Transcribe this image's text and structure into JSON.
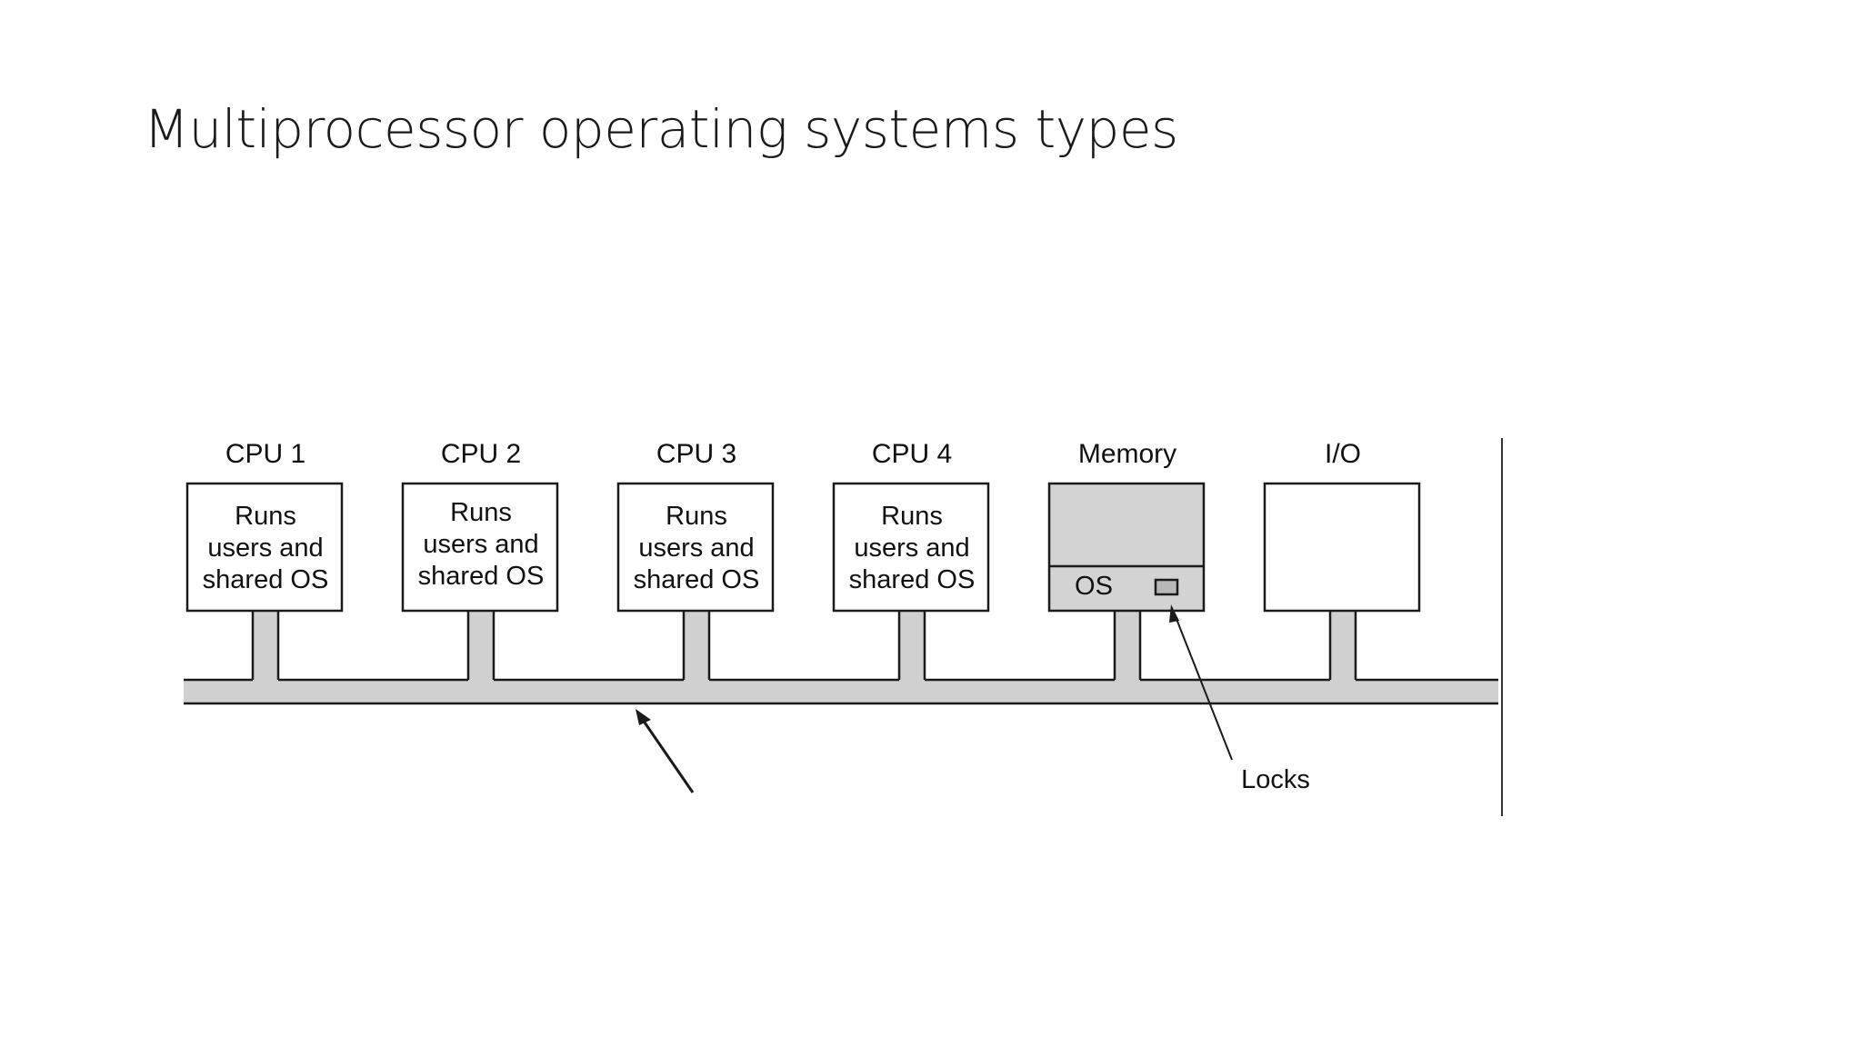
{
  "slide": {
    "title": "Multiprocessor operating systems types"
  },
  "diagram": {
    "units": [
      {
        "label": "CPU 1",
        "lines": [
          "Runs",
          "users and",
          "shared OS"
        ]
      },
      {
        "label": "CPU 2",
        "lines": [
          "Runs",
          "users and",
          "shared OS"
        ]
      },
      {
        "label": "CPU 3",
        "lines": [
          "Runs",
          "users and",
          "shared OS"
        ]
      },
      {
        "label": "CPU 4",
        "lines": [
          "Runs",
          "users and",
          "shared OS"
        ]
      }
    ],
    "memory": {
      "label": "Memory",
      "os_label": "OS"
    },
    "io": {
      "label": "I/O"
    },
    "locks_label": "Locks",
    "colors": {
      "box_fill": "#ffffff",
      "memory_fill": "#d3d3d3",
      "bus_fill": "#d0d0d0",
      "stroke": "#1a1a1a"
    }
  }
}
